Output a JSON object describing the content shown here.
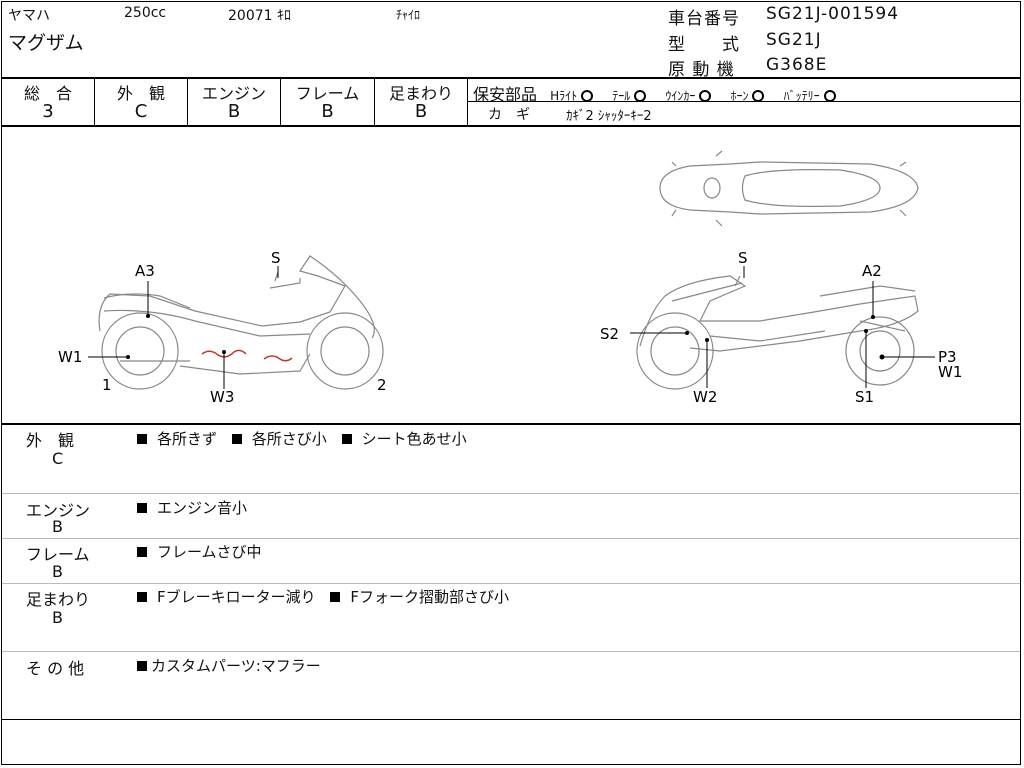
{
  "header": {
    "maker": "ヤマハ",
    "displacement": "250cc",
    "mileage": "20071 ｷﾛ",
    "note": "ﾁｬｲﾛ",
    "model_name": "マグザム",
    "frame_no_label": "車台番号",
    "frame_no": "SG21J-001594",
    "type_label": "型　　式",
    "type_value": "SG21J",
    "engine_label": "原 動 機",
    "engine_value": "G368E"
  },
  "grades": [
    {
      "label": "総　合",
      "value": "3"
    },
    {
      "label": "外　観",
      "value": "C"
    },
    {
      "label": "エンジン",
      "value": "B"
    },
    {
      "label": "フレーム",
      "value": "B"
    },
    {
      "label": "足まわり",
      "value": "B"
    }
  ],
  "safety": {
    "label": "保安部品",
    "parts": [
      {
        "name": "Hﾗｲﾄ"
      },
      {
        "name": "ﾃｰﾙ"
      },
      {
        "name": "ｳｲﾝｶｰ"
      },
      {
        "name": "ﾎｰﾝ"
      },
      {
        "name": "ﾊﾞｯﾃﾘｰ"
      }
    ],
    "key_label": "カ　ギ",
    "key_value": "ｶｷﾞ2 ｼｬｯﾀｰｷｰ2"
  },
  "diagram": {
    "left_labels": {
      "a3": "A3",
      "s": "S",
      "w1": "W1",
      "w3": "W3",
      "num1": "1",
      "num2": "2"
    },
    "right_labels": {
      "s": "S",
      "a2": "A2",
      "s2": "S2",
      "p3": "P3",
      "w1": "W1",
      "w2": "W2",
      "s1": "S1"
    }
  },
  "sections": [
    {
      "label": "外　観",
      "grade": "C",
      "items": [
        "各所きず",
        "各所さび小",
        "シート色あせ小"
      ]
    },
    {
      "label": "エンジン",
      "grade": "B",
      "items": [
        "エンジン音小"
      ]
    },
    {
      "label": "フレーム",
      "grade": "B",
      "items": [
        "フレームさび中"
      ]
    },
    {
      "label": "足まわり",
      "grade": "B",
      "items": [
        "Fブレーキローター減り",
        "Fフォーク摺動部さび小"
      ]
    },
    {
      "label": "そ の 他",
      "grade": "",
      "items": [
        "カスタムパーツ:マフラー"
      ]
    }
  ],
  "colors": {
    "damage_mark": "#c0392b",
    "line": "#000000",
    "sketch": "#777777"
  }
}
